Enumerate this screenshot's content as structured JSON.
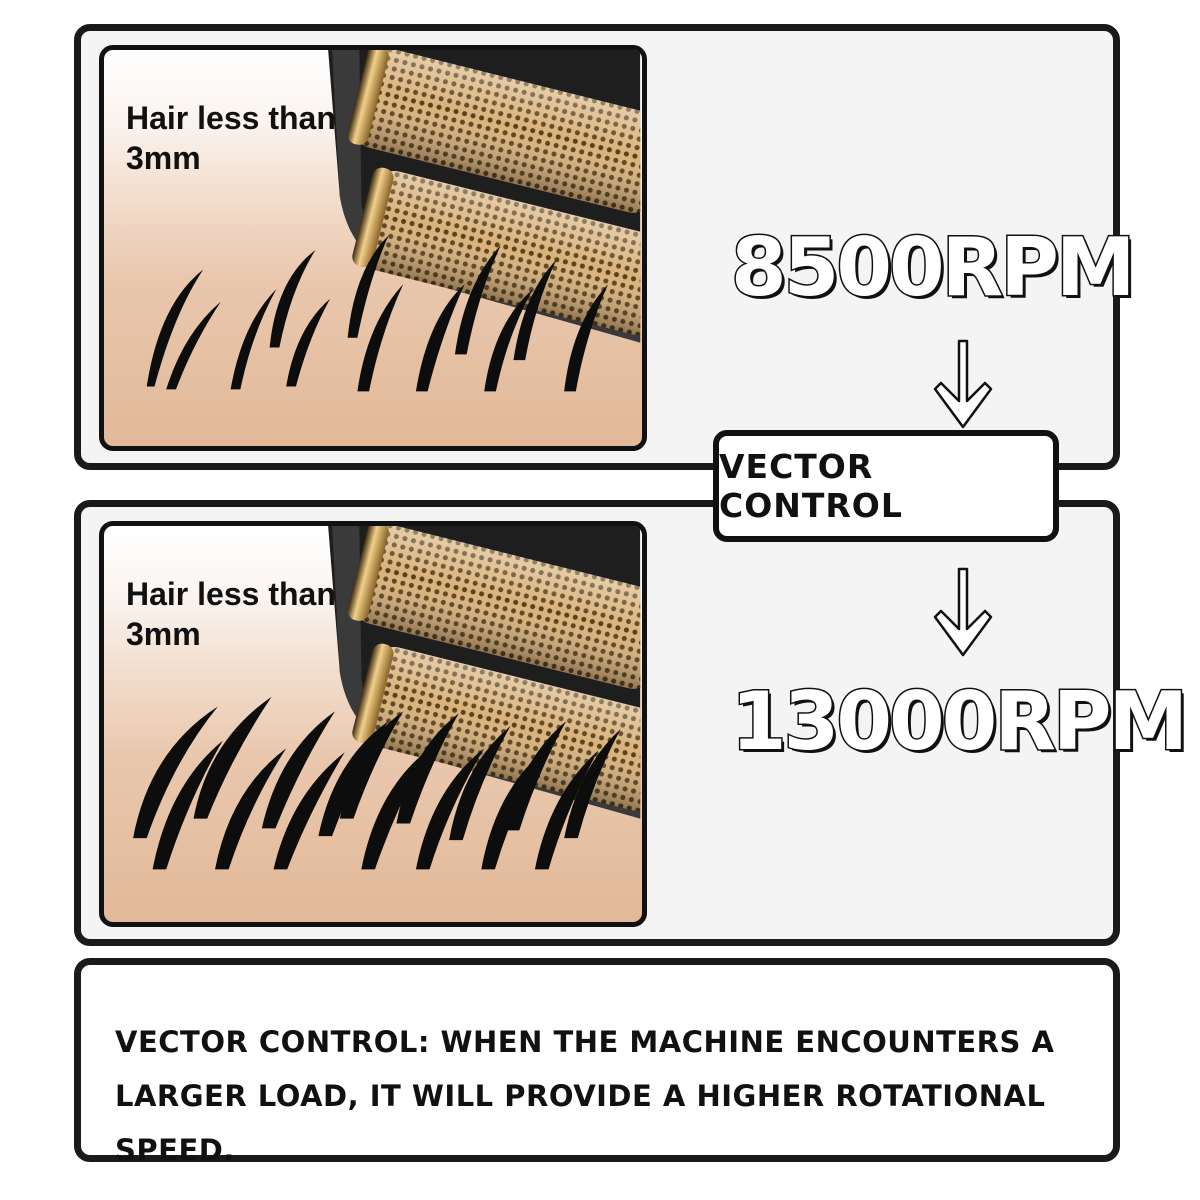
{
  "top": {
    "caption": "Hair less than 3mm",
    "speed": "8500RPM"
  },
  "middle": {
    "caption": "Hair less than 3mm",
    "speed": "13000RPM"
  },
  "badge": {
    "label": "VECTOR CONTROL"
  },
  "footer": {
    "text": "VECTOR CONTROL: WHEN THE MACHINE ENCOUNTERS A LARGER LOAD, IT WILL PROVIDE A HIGHER ROTATIONAL SPEED."
  },
  "icons": [
    "shaver-foil-illustration",
    "hair-strands-illustration",
    "arrow-down-icon"
  ],
  "colors": {
    "outline": "#111111",
    "skin": "#e4bd9f",
    "foil_gold": "#c89a55",
    "shaver_body": "#1e1e1e"
  }
}
